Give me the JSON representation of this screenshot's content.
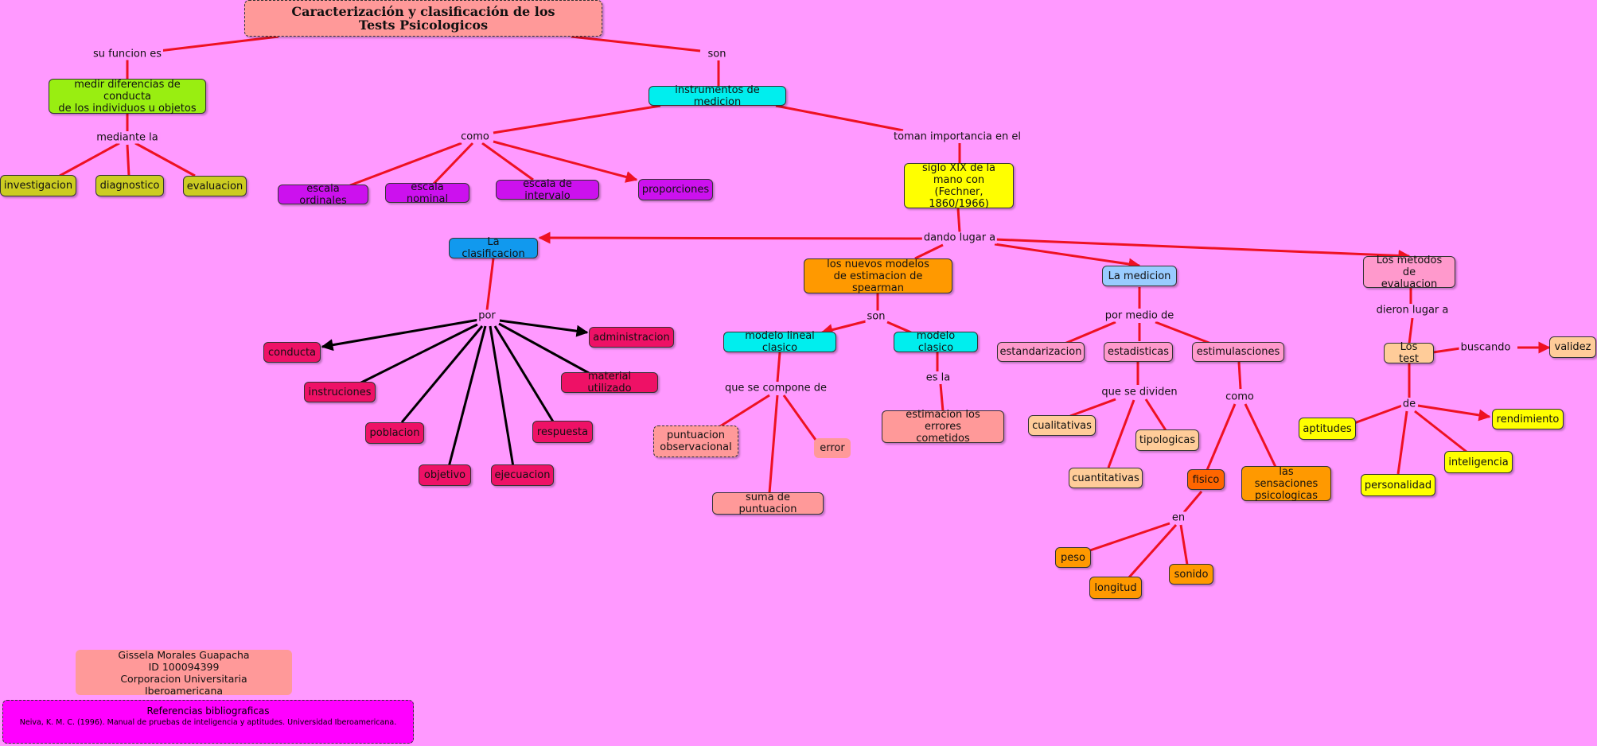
{
  "title": "Caracterización y clasificación de los\nTests Psicologicos",
  "nodes": {
    "medir": "medir diferencias de conducta\nde los individuos u objetos",
    "investigacion": "investigacion",
    "diagnostico": "diagnostico",
    "evaluacion": "evaluacion",
    "instrumentos": "instrumentos de medicion",
    "escala_ordinales": "escala ordinales",
    "escala_nominal": "escala nominal",
    "escala_intervalo": "escala de intervalo",
    "proporciones": "proporciones",
    "siglo": "siglo XIX de la\nmano con (Fechner,\n1860/1966)",
    "clasificacion": "La clasificacion",
    "nuevos_modelos": "los nuevos modelos\nde estimacion de spearman",
    "medicion": "La medicion",
    "metodos": "Los metodos de\nevaluacion",
    "conducta": "conducta",
    "administracion": "administracion",
    "instruciones": "instruciones",
    "material": "material utilizado",
    "poblacion": "poblacion",
    "respuesta": "respuesta",
    "objetivo": "objetivo",
    "ejecuacion": "ejecuacion",
    "modelo_lineal": "modelo lineal clasico",
    "modelo_clasico": "modelo clasico",
    "puntuacion": "puntuacion\nobservacional",
    "error": "error",
    "suma": "suma de puntuacion",
    "estimacion": "estimacion  los errores\ncometidos",
    "estandarizacion": "estandarizacion",
    "estadisticas": "estadisticas",
    "estimulasciones": "estimulasciones",
    "cualitativas": "cualitativas",
    "tipologicas": "tipologicas",
    "cuantitativas": "cuantitativas",
    "fisico": "fisico",
    "sensaciones": "las sensaciones\npsicologicas",
    "peso": "peso",
    "longitud": "longitud",
    "sonido": "sonido",
    "los_test": "Los test",
    "validez": "validez",
    "aptitudes": "aptitudes",
    "rendimiento": "rendimiento",
    "personalidad": "personalidad",
    "inteligencia": "inteligencia"
  },
  "links": {
    "su_funcion_es": "su funcion es",
    "son_1": "son",
    "mediante_la": "mediante la",
    "como_1": "como",
    "toman_importancia": "toman importancia en el",
    "dando_lugar_a": "dando lugar a",
    "por_1": "por",
    "son_2": "son",
    "que_se_compone": "que se compone de",
    "es_la": "es la",
    "por_medio_de": "por medio de",
    "que_se_dividen": "que se dividen",
    "como_2": "como",
    "en": "en",
    "dieron_lugar_a": "dieron lugar a",
    "buscando": "buscando",
    "de": "de"
  },
  "author": "Gissela Morales Guapacha\nID 100094399\nCorporacion Universitaria Iberoamericana",
  "references": {
    "heading": "Referencias bibliograficas",
    "text": "Neiva, K. M. C. (1996). Manual de pruebas de inteligencia y aptitudes. Universidad Iberoamericana."
  },
  "colors": {
    "background": "#ff99ff",
    "red_line": "#ee1122",
    "black_line": "#000000",
    "lime": "#99ee11",
    "olive": "#cccc22",
    "cyan": "#00eeee",
    "purple": "#cc11ee",
    "yellow": "#ffff00",
    "blue": "#1199ee",
    "orange": "#ff9900",
    "light_blue": "#99ccff",
    "pink": "#ff99cc",
    "salmon": "#ff9999",
    "crimson": "#ee1166",
    "peach": "#ffcc99",
    "dark_orange": "#ff6600",
    "magenta": "#ff00ff"
  }
}
